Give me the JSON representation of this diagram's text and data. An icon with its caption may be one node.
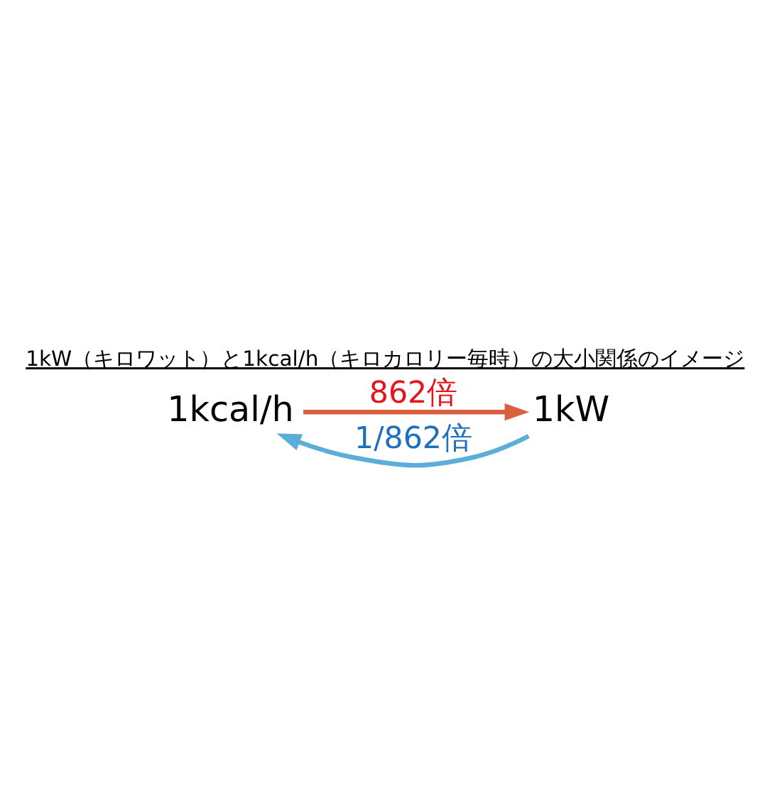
{
  "diagram": {
    "title": "1kW（キロワット）と1kcal/h（キロカロリー毎時）の大小関係のイメージ",
    "nodes": [
      {
        "text": [
          "1kcal/h"
        ]
      },
      {
        "text": [
          "1kW"
        ]
      }
    ],
    "edges": [
      {
        "from": 0,
        "to": 1,
        "arrow": "to",
        "label": "862倍",
        "color": "#d9603f"
      },
      {
        "from": 1,
        "to": 0,
        "arrow": "to",
        "label": "1/862倍",
        "color": "#5aaed8"
      }
    ]
  }
}
